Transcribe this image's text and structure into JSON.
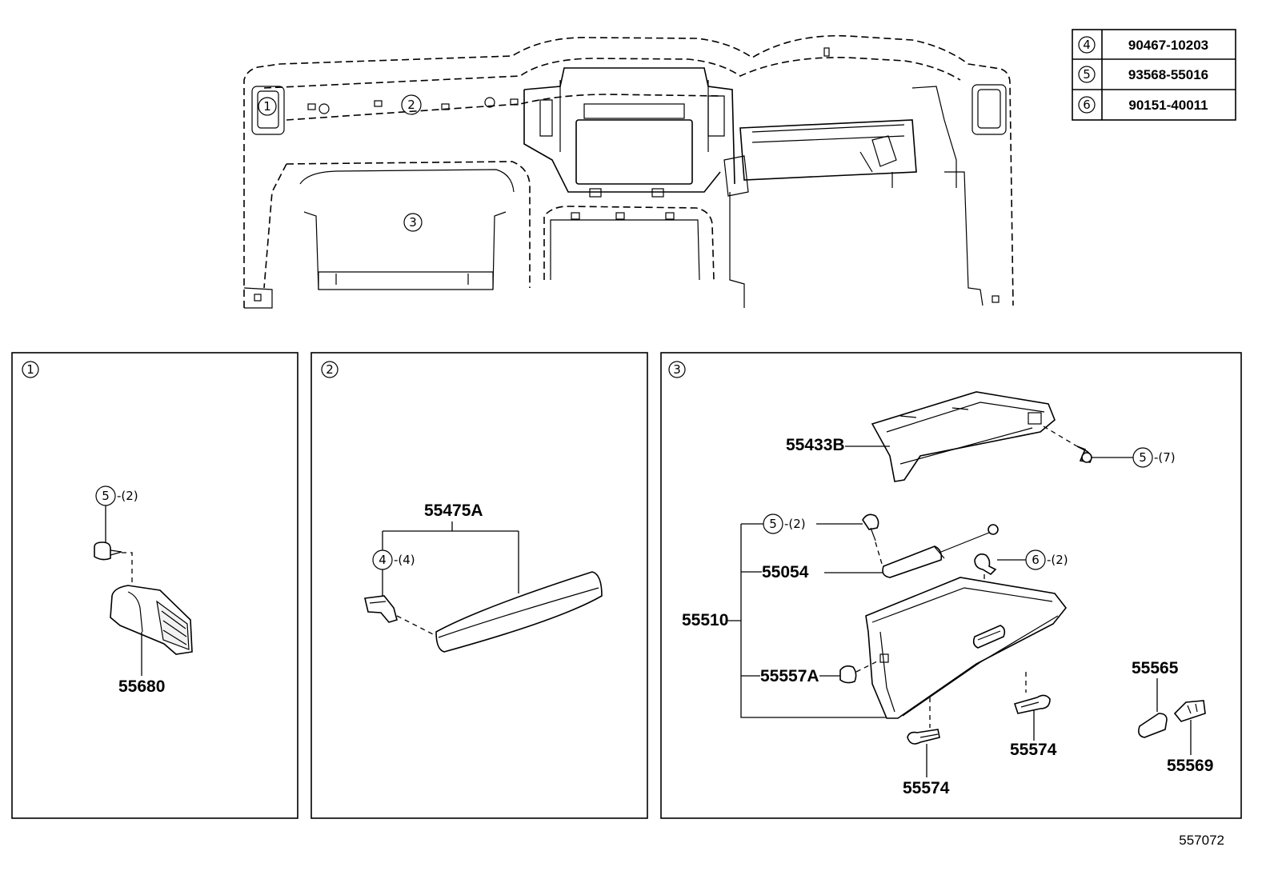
{
  "table": [
    {
      "ref": "4",
      "part": "90467-10203"
    },
    {
      "ref": "5",
      "part": "93568-55016"
    },
    {
      "ref": "6",
      "part": "90151-40011"
    }
  ],
  "overview": {
    "callouts": [
      "1",
      "2",
      "3"
    ]
  },
  "panels": {
    "p1": {
      "label": "1",
      "part": "55680",
      "fastener_ref": "5",
      "fastener_qty": "-(2)"
    },
    "p2": {
      "label": "2",
      "part": "55475A",
      "fastener_ref": "4",
      "fastener_qty": "-(4)"
    },
    "p3": {
      "label": "3",
      "top_part": "55433B",
      "top_ref": "5",
      "top_qty": "-(7)",
      "assembly": "55510",
      "asm_ref": "5",
      "asm_qty": "-(2)",
      "damper": "55054",
      "stopper": "55557A",
      "clip_ref": "6",
      "clip_qty": "-(2)",
      "pin_left": "55574",
      "pin_right": "55574",
      "lock_a": "55565",
      "lock_b": "55569"
    }
  },
  "footer_code": "557072"
}
